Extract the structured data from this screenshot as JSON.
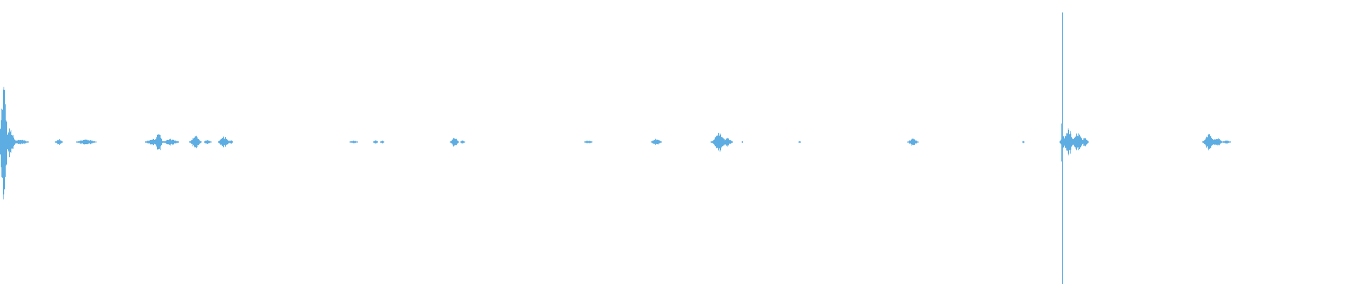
{
  "waveform": {
    "color": "#5dade2",
    "background": "#ffffff",
    "duration_fraction_visible": 1.0,
    "baseline": 0.5,
    "bursts": [
      {
        "t": 0.0025,
        "amp": 0.22,
        "width": 0.003
      },
      {
        "t": 0.007,
        "amp": 0.05,
        "width": 0.004
      },
      {
        "t": 0.015,
        "amp": 0.01,
        "width": 0.006
      },
      {
        "t": 0.043,
        "amp": 0.01,
        "width": 0.003
      },
      {
        "t": 0.063,
        "amp": 0.01,
        "width": 0.008
      },
      {
        "t": 0.112,
        "amp": 0.012,
        "width": 0.006
      },
      {
        "t": 0.116,
        "amp": 0.035,
        "width": 0.003
      },
      {
        "t": 0.125,
        "amp": 0.012,
        "width": 0.006
      },
      {
        "t": 0.143,
        "amp": 0.025,
        "width": 0.004
      },
      {
        "t": 0.152,
        "amp": 0.008,
        "width": 0.003
      },
      {
        "t": 0.164,
        "amp": 0.02,
        "width": 0.004
      },
      {
        "t": 0.169,
        "amp": 0.008,
        "width": 0.002
      },
      {
        "t": 0.259,
        "amp": 0.005,
        "width": 0.004
      },
      {
        "t": 0.275,
        "amp": 0.008,
        "width": 0.002
      },
      {
        "t": 0.28,
        "amp": 0.005,
        "width": 0.002
      },
      {
        "t": 0.333,
        "amp": 0.018,
        "width": 0.003
      },
      {
        "t": 0.339,
        "amp": 0.006,
        "width": 0.002
      },
      {
        "t": 0.431,
        "amp": 0.005,
        "width": 0.004
      },
      {
        "t": 0.481,
        "amp": 0.012,
        "width": 0.004
      },
      {
        "t": 0.527,
        "amp": 0.035,
        "width": 0.005
      },
      {
        "t": 0.533,
        "amp": 0.015,
        "width": 0.004
      },
      {
        "t": 0.544,
        "amp": 0.004,
        "width": 0.001
      },
      {
        "t": 0.586,
        "amp": 0.004,
        "width": 0.001
      },
      {
        "t": 0.669,
        "amp": 0.012,
        "width": 0.004
      },
      {
        "t": 0.75,
        "amp": 0.004,
        "width": 0.001
      },
      {
        "t": 0.779,
        "amp": 0.03,
        "width": 0.002
      },
      {
        "t": 0.7785,
        "amp": 0.62,
        "width": 0.0004
      },
      {
        "t": 0.783,
        "amp": 0.05,
        "width": 0.004
      },
      {
        "t": 0.79,
        "amp": 0.035,
        "width": 0.004
      },
      {
        "t": 0.795,
        "amp": 0.015,
        "width": 0.003
      },
      {
        "t": 0.886,
        "amp": 0.035,
        "width": 0.004
      },
      {
        "t": 0.892,
        "amp": 0.018,
        "width": 0.004
      },
      {
        "t": 0.899,
        "amp": 0.006,
        "width": 0.004
      }
    ]
  }
}
